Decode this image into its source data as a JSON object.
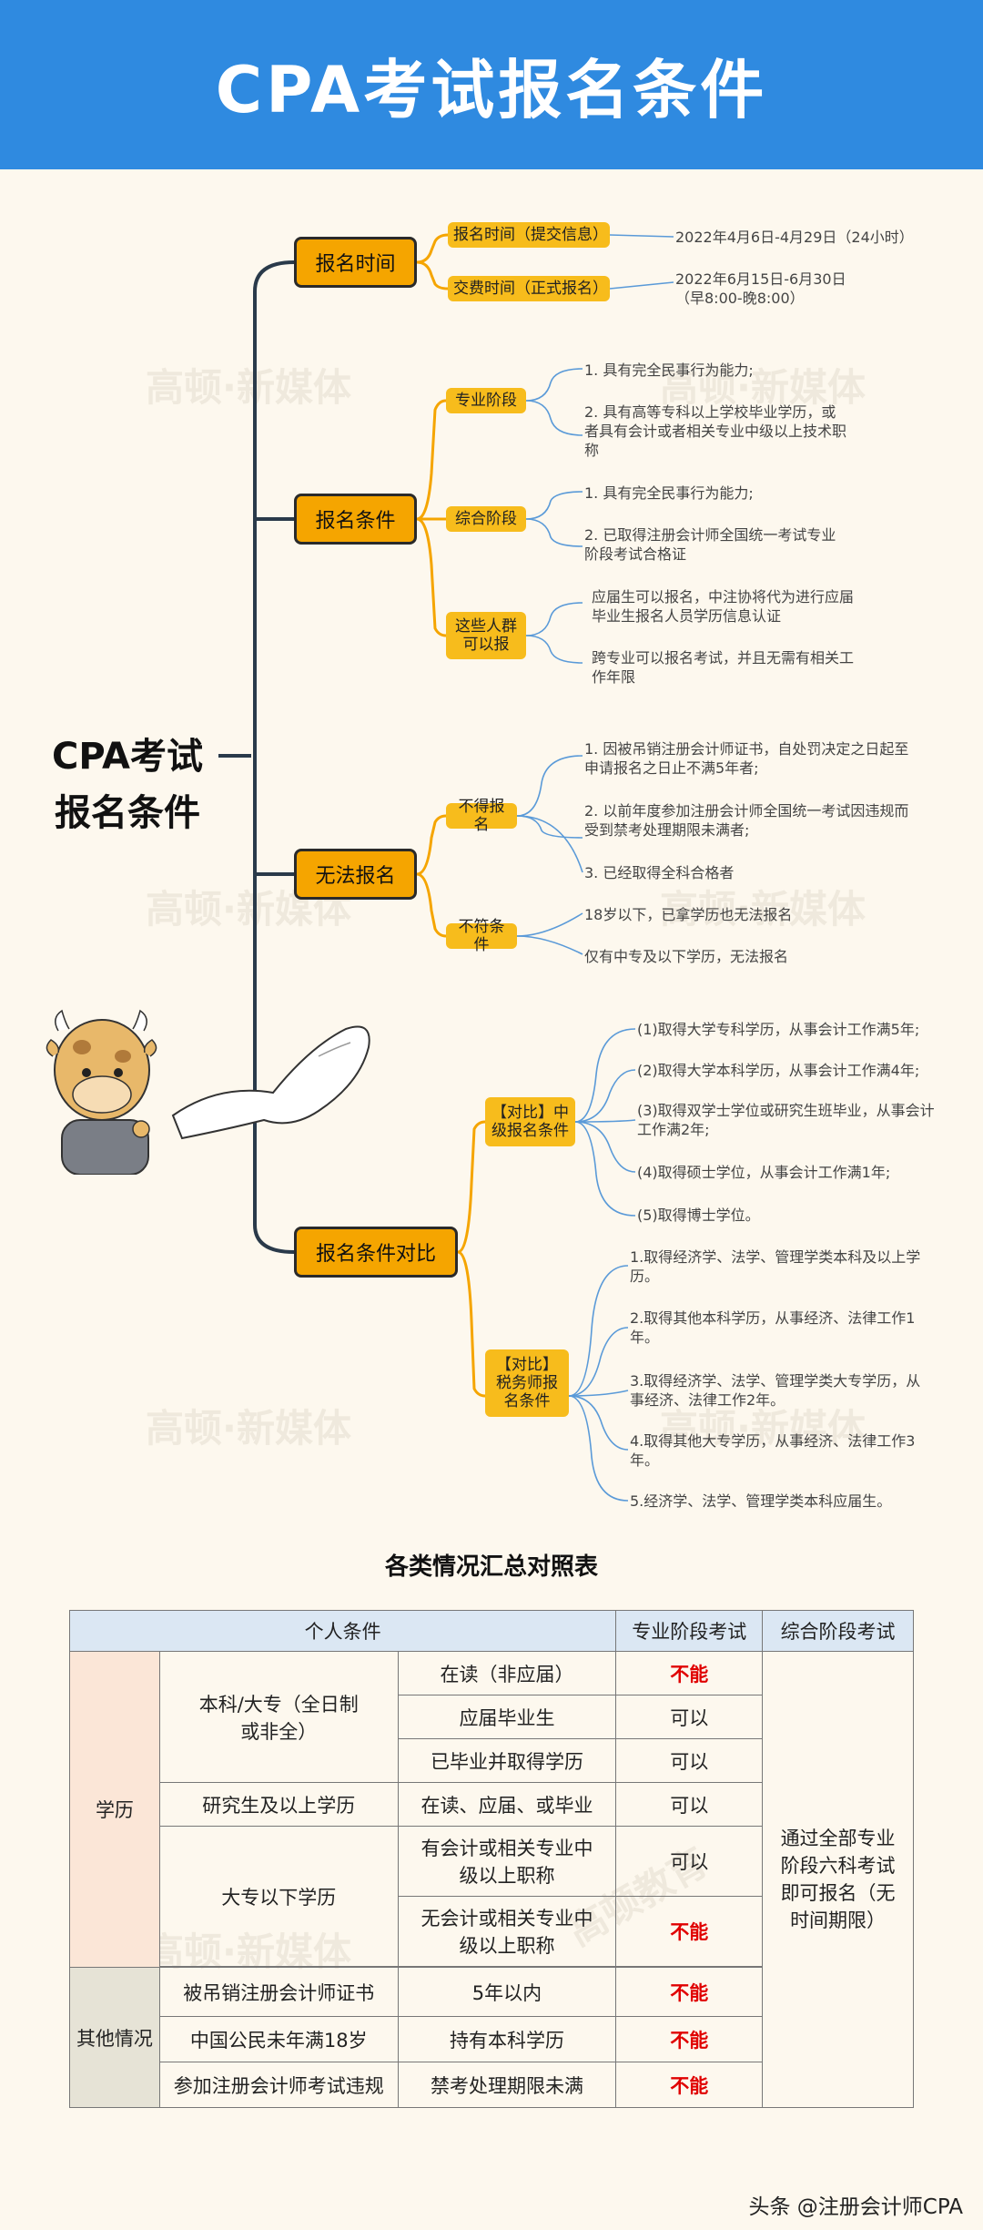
{
  "header": {
    "title": "CPA考试报名条件"
  },
  "watermark": "高顿·新媒体",
  "watermark2": "高顿教育",
  "center_title": [
    "CPA考试",
    "报名条件"
  ],
  "branches": {
    "b1": {
      "label": "报名时间",
      "items": [
        {
          "pill": "报名时间（提交信息）",
          "text": "2022年4月6日-4月29日（24小时）"
        },
        {
          "pill": "交费时间（正式报名）",
          "text": "2022年6月15日-6月30日（早8:00-晚8:00）"
        }
      ]
    },
    "b2": {
      "label": "报名条件",
      "groups": [
        {
          "pill": "专业阶段",
          "texts": [
            "1. 具有完全民事行为能力;",
            "2. 具有高等专科以上学校毕业学历，或者具有会计或者相关专业中级以上技术职称"
          ]
        },
        {
          "pill": "综合阶段",
          "texts": [
            "1. 具有完全民事行为能力;",
            "2. 已取得注册会计师全国统一考试专业阶段考试合格证"
          ]
        },
        {
          "pill": "这些人群可以报",
          "texts": [
            "应届生可以报名，中注协将代为进行应届毕业生报名人员学历信息认证",
            "跨专业可以报名考试，并且无需有相关工作年限"
          ]
        }
      ]
    },
    "b3": {
      "label": "无法报名",
      "groups": [
        {
          "pill": "不得报名",
          "texts": [
            "1. 因被吊销注册会计师证书，自处罚决定之日起至申请报名之日止不满5年者;",
            "2. 以前年度参加注册会计师全国统一考试因违规而受到禁考处理期限未满者;",
            "3. 已经取得全科合格者"
          ]
        },
        {
          "pill": "不符条件",
          "texts": [
            "18岁以下，已拿学历也无法报名",
            "仅有中专及以下学历，无法报名"
          ]
        }
      ]
    },
    "b4": {
      "label": "报名条件对比",
      "groups": [
        {
          "pill": "【对比】中级报名条件",
          "texts": [
            "(1)取得大学专科学历，从事会计工作满5年;",
            "(2)取得大学本科学历，从事会计工作满4年;",
            "(3)取得双学士学位或研究生班毕业，从事会计工作满2年;",
            "(4)取得硕士学位，从事会计工作满1年;",
            "(5)取得博士学位。"
          ]
        },
        {
          "pill": "【对比】税务师报名条件",
          "texts": [
            "1.取得经济学、法学、管理学类本科及以上学历。",
            "2.取得其他本科学历，从事经济、法律工作1年。",
            "3.取得经济学、法学、管理学类大专学历，从事经济、法律工作2年。",
            "4.取得其他大专学历，从事经济、法律工作3年。",
            "5.经济学、法学、管理学类本科应届生。"
          ]
        }
      ]
    }
  },
  "table": {
    "title": "各类情况汇总对照表",
    "headers": [
      "个人条件",
      "专业阶段考试",
      "综合阶段考试"
    ],
    "edu_label": "学历",
    "other_label": "其他情况",
    "rows": {
      "bk_label": "本科/大专（全日制或非全）",
      "bk1": [
        "在读（非应届）",
        "不能"
      ],
      "bk2": [
        "应届毕业生",
        "可以"
      ],
      "bk3": [
        "已毕业并取得学历",
        "可以"
      ],
      "yjs": [
        "研究生及以上学历",
        "在读、应届、或毕业",
        "可以"
      ],
      "dz_label": "大专以下学历",
      "dz1": [
        "有会计或相关专业中级以上职称",
        "可以"
      ],
      "dz2": [
        "无会计或相关专业中级以上职称",
        "不能"
      ],
      "o1": [
        "被吊销注册会计师证书",
        "5年以内",
        "不能"
      ],
      "o2": [
        "中国公民未年满18岁",
        "持有本科学历",
        "不能"
      ],
      "o3": [
        "参加注册会计师考试违规",
        "禁考处理期限未满",
        "不能"
      ]
    },
    "comprehensive": "通过全部专业阶段六科考试即可报名（无时间期限）"
  },
  "footer": "头条 @注册会计师CPA",
  "colors": {
    "header": "#2f8ae0",
    "branch": "#f5a500",
    "pill": "#f7bc1c",
    "line": "#2a3a4a",
    "leaf_line": "#5a9ad8",
    "deny": "#e00000"
  }
}
